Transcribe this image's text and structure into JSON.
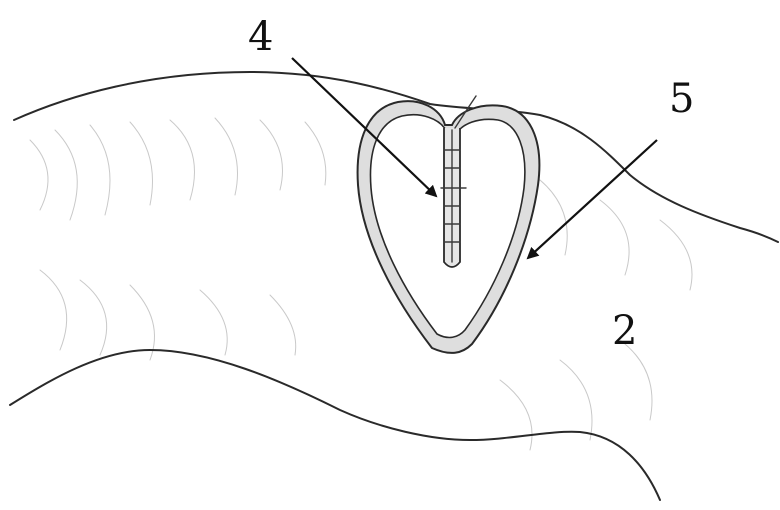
{
  "labels": {
    "label_4": "4",
    "label_5": "5",
    "label_2": "2"
  },
  "colors": {
    "line": "#2a2a2a",
    "loop_fill": "#dcdcdc",
    "background": "#ffffff"
  }
}
